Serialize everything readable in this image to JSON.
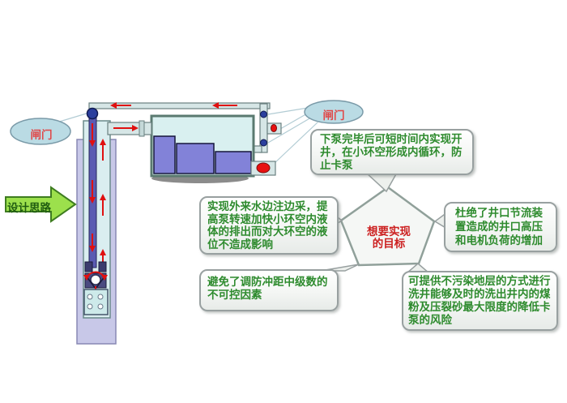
{
  "slide": {
    "design_idea": {
      "label": "设计思路"
    },
    "gates": {
      "left_label": "闸门",
      "right_label": "闸门"
    },
    "goal": {
      "label": "想要实现的目标"
    },
    "benefits": [
      {
        "id": "fast-open-well",
        "text": "下泵完毕后可短时间内实现开井，在小环空形成内循环，防止卡泵"
      },
      {
        "id": "inject-while-produce",
        "text": "实现外来水边注边采，提高泵转速加快小环空内液体的排出而对大环空的液位不造成影响"
      },
      {
        "id": "avoid-uncontrollable-factor",
        "text": "避免了调防冲距中级数的不可控因素"
      },
      {
        "id": "no-wellhead-throttle",
        "text": "杜绝了井口节流装置造成的井口高压和电机负荷的增加"
      },
      {
        "id": "clean-well-washing",
        "text": "可提供不污染地层的方式进行洗井能够及时的洗出井内的煤粉及压裂砂最大限度的降低卡泵的风险"
      }
    ],
    "colors": {
      "benefit_text": "#2e8b2e",
      "goal_text": "#cc2020",
      "gate_text": "#e04848",
      "gate_ellipse_fill": "#badbe4",
      "design_arrow_fill": "#9ce04c",
      "design_arrow_text": "#1f5c10",
      "flow_arrow_red": "#e01010",
      "valve_blue": "#2b3f9e",
      "tank_liquid": "#d9f0f0",
      "baffle_purple": "#8282d8",
      "casing_lavender": "#c8c8e8",
      "tubing_cyan": "#daeef0",
      "center_tube_blue": "#5b5bb2",
      "bubble_border": "#98a0a0"
    }
  }
}
